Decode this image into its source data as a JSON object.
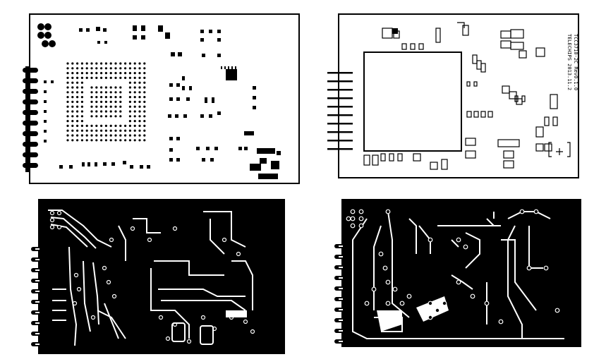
{
  "views": [
    {
      "id": "top-paste",
      "desc": "top paste/pad layer"
    },
    {
      "id": "top-silk",
      "desc": "top silkscreen layer"
    },
    {
      "id": "top-copper",
      "desc": "top copper layer"
    },
    {
      "id": "bottom-copper",
      "desc": "bottom copper layer"
    }
  ],
  "silkscreen": {
    "line1": "TCC3710-2C Rev0.1.0",
    "line2": "TELECHIPS 2013.11.2"
  },
  "colors": {
    "board": "#000000",
    "background": "#ffffff"
  }
}
